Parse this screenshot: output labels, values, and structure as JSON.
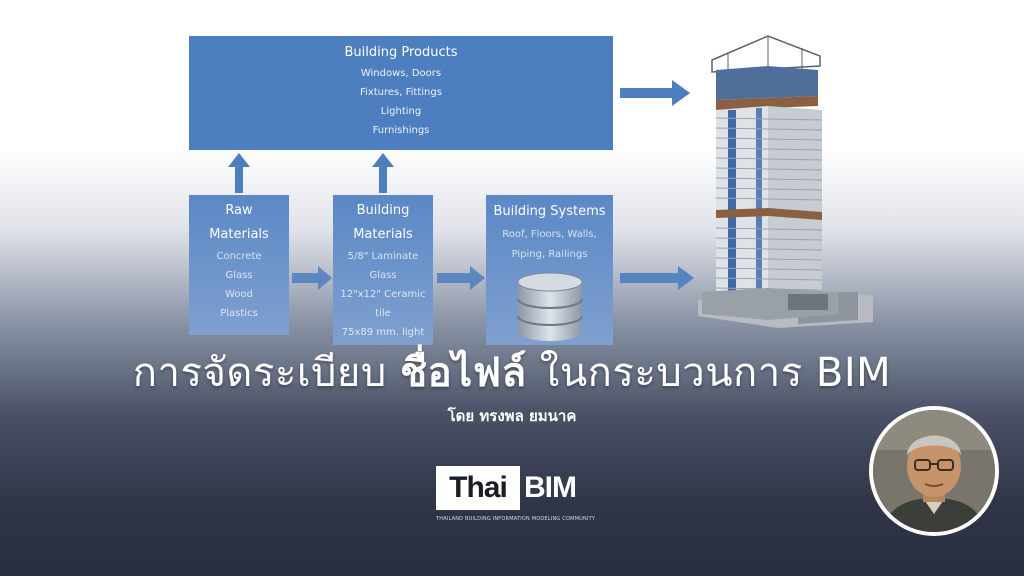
{
  "diagram": {
    "products": {
      "title": "Building Products",
      "items": [
        "Windows, Doors",
        "Fixtures, Fittings",
        "Lighting",
        "Furnishings"
      ]
    },
    "raw": {
      "title_lines": [
        "Raw",
        "Materials"
      ],
      "items": [
        "Concrete",
        "Glass",
        "Wood",
        "Plastics"
      ]
    },
    "materials": {
      "title_lines": [
        "Building",
        "Materials"
      ],
      "items": [
        "5/8\" Laminate",
        "Glass",
        "12\"x12\" Ceramic",
        "tile",
        "75x89 mm. light"
      ]
    },
    "systems": {
      "title": "Building Systems",
      "items": [
        "Roof, Floors, Walls,",
        "Piping, Railings"
      ]
    },
    "colors": {
      "box": "#4d7ebf",
      "arrow": "#4d7ebf"
    },
    "icons": [
      "database-icon",
      "building-icon",
      "arrow-right-icon",
      "arrow-up-icon"
    ]
  },
  "title": {
    "part1": "การจัดระเบียบ",
    "bold": "ชื่อไฟล์",
    "part2": "ในกระบวนการ BIM"
  },
  "author": "โดย ทรงพล ยมนาค",
  "logo": {
    "thai": "Thai",
    "bim": "BIM",
    "tagline": "THAILAND BUILDING INFORMATION MODELING COMMUNITY"
  }
}
